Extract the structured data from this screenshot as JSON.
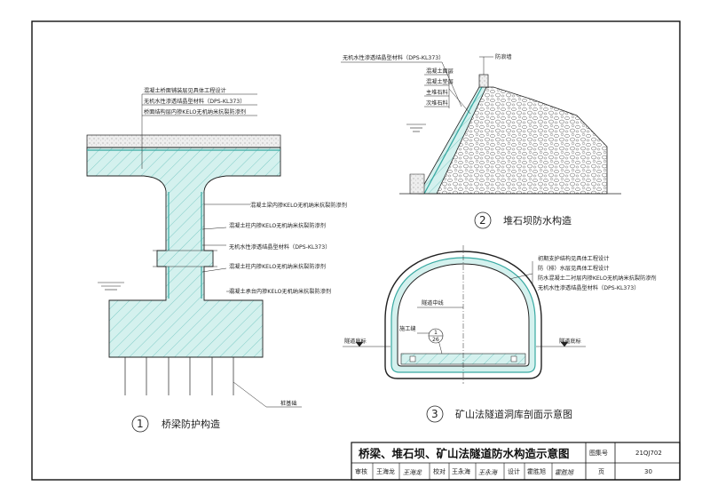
{
  "drawing": {
    "title": "桥梁、堆石坝、矿山法隧道防水构造示意图",
    "atlas_label": "图集号",
    "atlas_no": "21QJ702",
    "page_label": "页",
    "page_no": "30",
    "review_label": "审核",
    "reviewer": "王海龙",
    "reviewer_sign": "王海龙",
    "check_label": "校对",
    "checker": "王永海",
    "checker_sign": "王永海",
    "design_label": "设计",
    "designer": "霍胜旭",
    "designer_sign": "霍胜旭"
  },
  "bridge": {
    "number": "1",
    "caption": "桥梁防护构造",
    "notes_top": [
      "混凝土桥面铺装层见具体工程设计",
      "无机水性渗透结晶型材料（DPS-KL373）",
      "桥面结构层内掺KELO无机纳米抗裂防渗剂"
    ],
    "note_beam": "混凝土梁内掺KELO无机纳米抗裂防渗剂",
    "note_pier1": "混凝土柱内掺KELO无机纳米抗裂防渗剂",
    "note_pier2": "无机水性渗透结晶型材料（DPS-KL373）",
    "note_pier3": "混凝土柱内掺KELO无机纳米抗裂防渗剂",
    "note_cap": "混凝土承台内掺KELO无机纳米抗裂防渗剂",
    "note_pile": "桩基础"
  },
  "dam": {
    "number": "2",
    "caption": "堆石坝防水构造",
    "note_top": "无机水性渗透结晶型材料（DPS-KL373）",
    "note_wall": "防浪墙",
    "layers": [
      "混凝土面层",
      "混凝土垫层",
      "主堆石料",
      "次堆石料"
    ]
  },
  "tunnel": {
    "number": "3",
    "caption": "矿山法隧道洞库剖面示意图",
    "notes": [
      "初期支护结构见具体工程设计",
      "防（排）水层见具体工程设计",
      "防水混凝土二衬层内掺KELO无机纳米抗裂防渗剂",
      "无机水性渗透结晶型材料（DPS-KL373）"
    ],
    "note_center": "隧道中线",
    "note_joint": "施工缝",
    "detail_top": "1",
    "detail_bottom": "26",
    "note_left": "隧道底标",
    "note_right": "隧道底标"
  },
  "colors": {
    "concrete_fill": "#d4f1ee",
    "hatch": "#49b3ad",
    "membrane": "#38a9a2",
    "line": "#222222"
  }
}
